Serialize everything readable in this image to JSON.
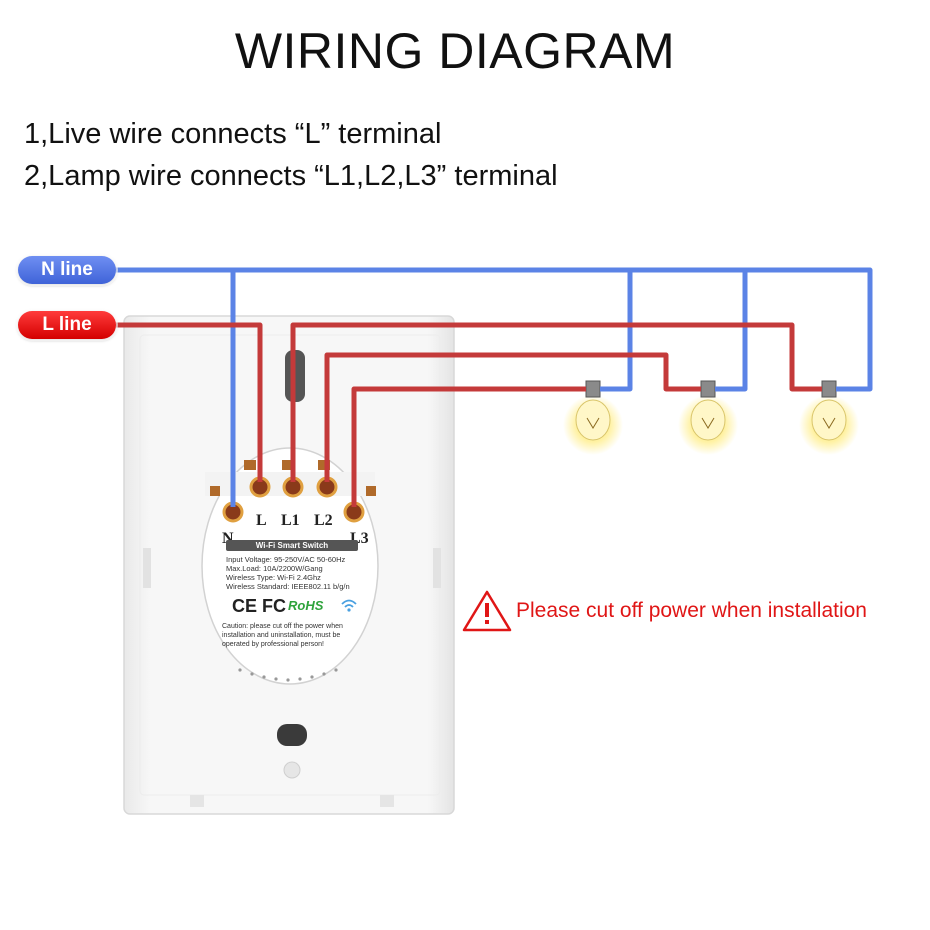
{
  "title": "WIRING DIAGRAM",
  "instructions": [
    "1,Live wire connects “L” terminal",
    "2,Lamp wire connects “L1,L2,L3” terminal"
  ],
  "lines": {
    "n_line": "N line",
    "l_line": "L line"
  },
  "terminals": {
    "n": "N",
    "l": "L",
    "l1": "L1",
    "l2": "L2",
    "l3": "L3"
  },
  "module": {
    "name": "Wi-Fi Smart Switch",
    "specs": [
      "Input Voltage: 95-250V/AC 50-60Hz",
      "Max.Load: 10A/2200W/Gang",
      "Wireless Type: Wi-Fi 2.4Ghz",
      "Wireless Standard: IEEE802.11 b/g/n"
    ],
    "certifications": "CE FC",
    "rohs": "RoHS",
    "caution": [
      "Caution: please cut off the power when",
      "installation and uninstallation, must be",
      "operated by professional person!"
    ]
  },
  "warning": "Please cut off power when installation",
  "colors": {
    "neutral_wire": "#5b83e6",
    "live_wire": "#c43a3a",
    "warning": "#e01616",
    "bulb_glow": "#fff3a0"
  }
}
